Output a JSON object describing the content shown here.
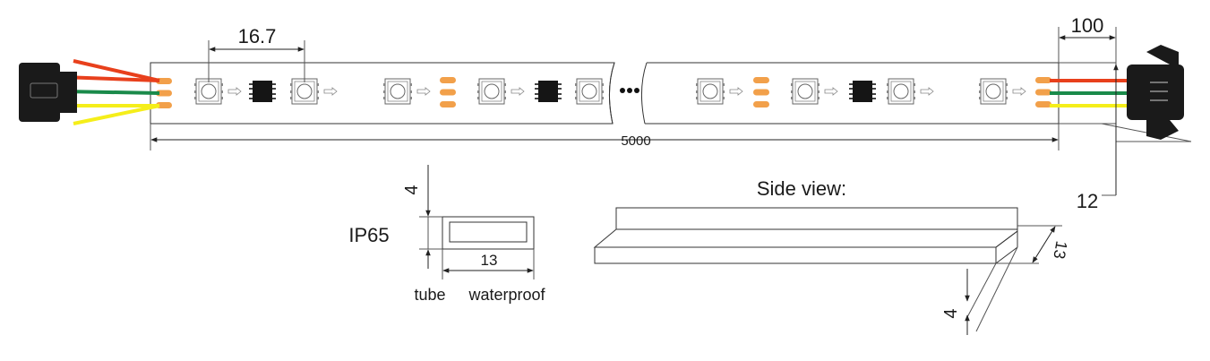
{
  "dimensions": {
    "led_pitch": "16.7",
    "connector_length": "100",
    "strip_length": "5000",
    "connector_height": "12",
    "tube_height": "4",
    "tube_width": "13",
    "side_height": "4",
    "side_width": "13"
  },
  "labels": {
    "ip_rating": "IP65",
    "tube": "tube",
    "waterproof": "waterproof",
    "side_view": "Side view:"
  },
  "colors": {
    "wire_red": "#e8401c",
    "wire_green": "#1a8a4a",
    "wire_yellow": "#f5ee1a",
    "pad_orange": "#f2a04a",
    "connector_black": "#1a1a1a"
  },
  "icons": {
    "led": "led-chip-icon",
    "ic": "driver-ic-icon",
    "arrow": "data-flow-arrow-icon",
    "ellipsis": "ellipsis-icon"
  }
}
